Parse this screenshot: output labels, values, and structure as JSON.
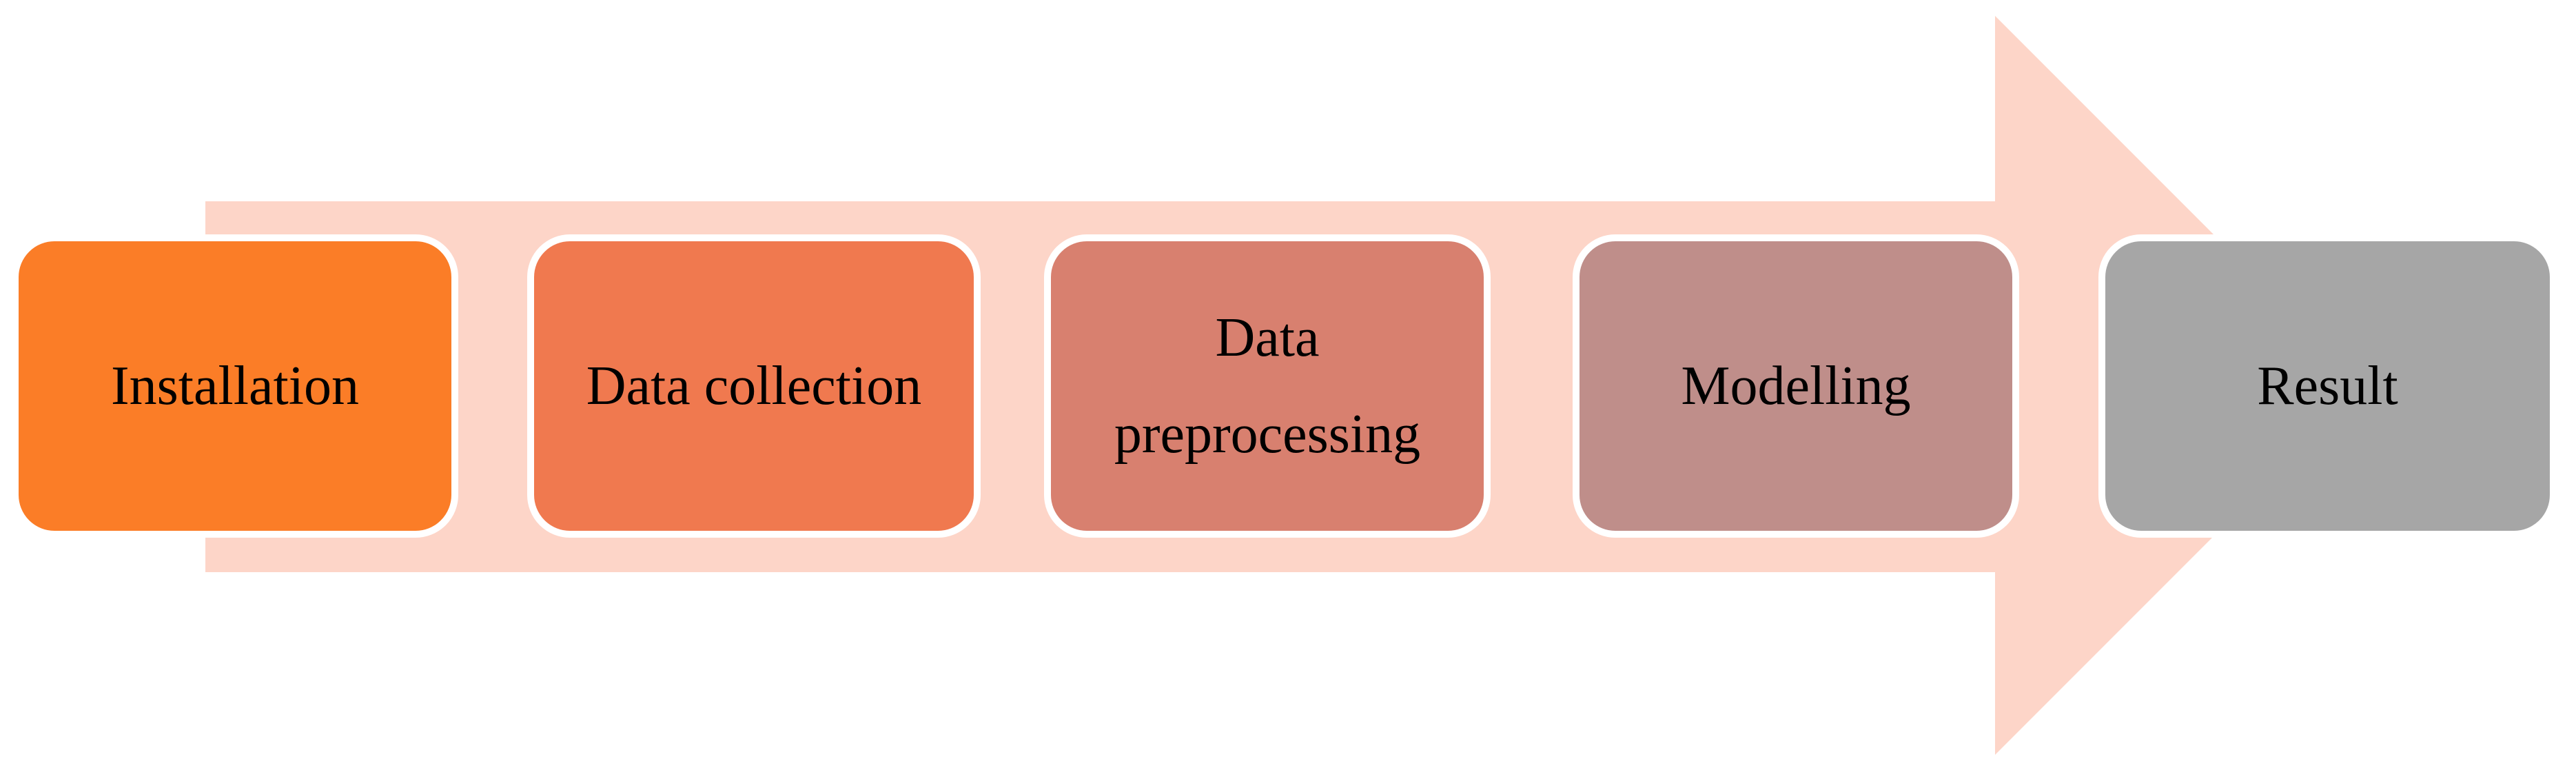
{
  "diagram": {
    "type": "process-flow-arrow",
    "direction": "left-to-right",
    "arrow_color": "#fdd5c8",
    "box_border_color": "#ffffff",
    "text_color": "#000000",
    "steps": [
      {
        "label": "Installation",
        "color": "#fb7d27"
      },
      {
        "label": "Data collection",
        "color": "#f0794f"
      },
      {
        "label": "Data preprocessing",
        "color": "#d8806f"
      },
      {
        "label": "Modelling",
        "color": "#bf8e8a"
      },
      {
        "label": "Result",
        "color": "#a6a6a6"
      }
    ]
  }
}
